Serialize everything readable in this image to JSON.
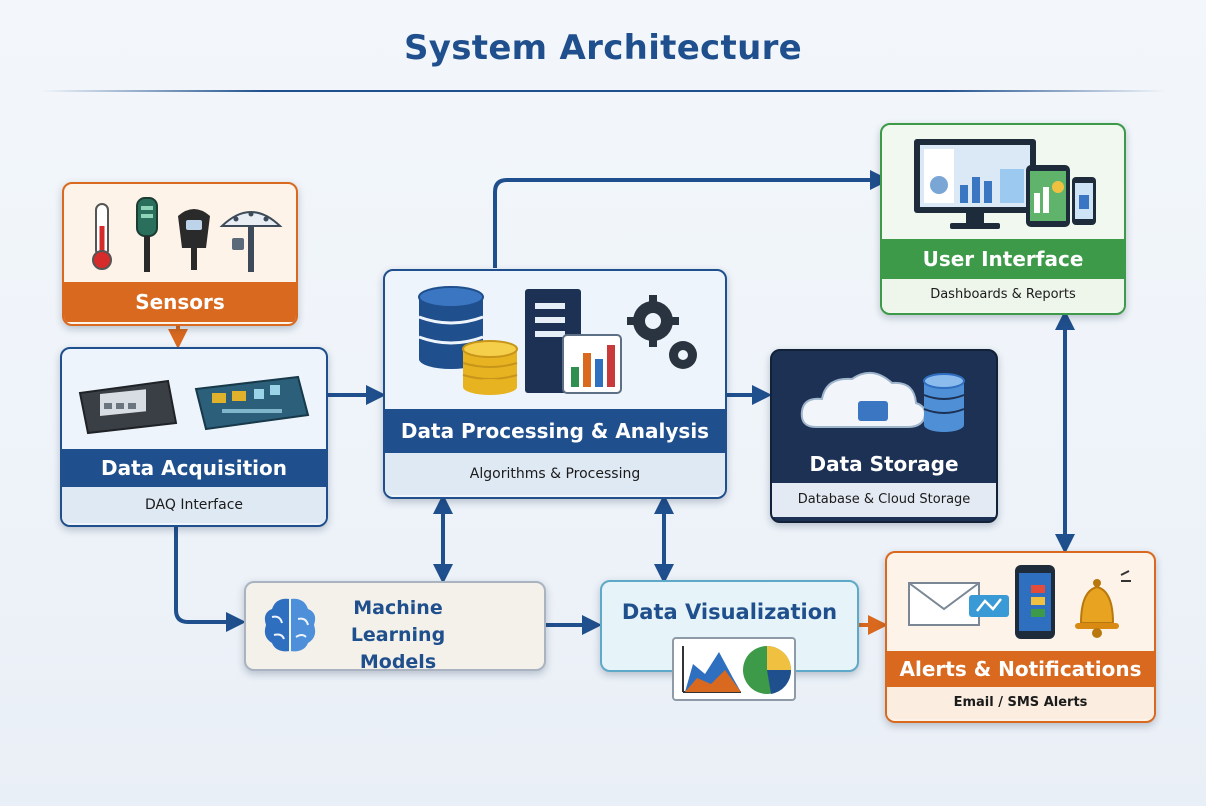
{
  "title": "System Architecture",
  "nodes": {
    "sensors": {
      "label": "Sensors"
    },
    "acquisition": {
      "label": "Data Acquisition",
      "sub": "DAQ Interface"
    },
    "processing": {
      "label": "Data Processing & Analysis",
      "sub": "Algorithms & Processing"
    },
    "storage": {
      "label": "Data Storage",
      "sub": "Database & Cloud Storage"
    },
    "ui": {
      "label": "User Interface",
      "sub": "Dashboards & Reports"
    },
    "ml": {
      "label": "Machine Learning Models"
    },
    "viz": {
      "label": "Data Visualization"
    },
    "alerts": {
      "label": "Alerts & Notifications",
      "sub": "Email / SMS Alerts"
    }
  },
  "colors": {
    "title": "#1f4f8c",
    "blue_band": "#1f4f8c",
    "orange_band": "#d9691e",
    "green_band": "#3c9a48",
    "storage_dark": "#1c3154",
    "arrow_blue": "#1f4f8c",
    "arrow_orange": "#d9691e"
  },
  "edges": [
    {
      "from": "sensors",
      "to": "acquisition",
      "direction": "one-way"
    },
    {
      "from": "acquisition",
      "to": "processing",
      "direction": "one-way"
    },
    {
      "from": "acquisition",
      "to": "ml",
      "direction": "one-way"
    },
    {
      "from": "processing",
      "to": "storage",
      "direction": "one-way"
    },
    {
      "from": "processing",
      "to": "ui",
      "direction": "one-way"
    },
    {
      "from": "processing",
      "to": "ml",
      "direction": "two-way"
    },
    {
      "from": "processing",
      "to": "viz",
      "direction": "two-way"
    },
    {
      "from": "ml",
      "to": "viz",
      "direction": "one-way"
    },
    {
      "from": "viz",
      "to": "alerts",
      "direction": "one-way"
    },
    {
      "from": "ui",
      "to": "alerts",
      "direction": "two-way"
    }
  ],
  "icons": {
    "sensors": [
      "thermometer-icon",
      "probe-sensor-icon",
      "camera-sensor-icon",
      "weather-station-icon"
    ],
    "acquisition": [
      "daq-device-icon",
      "circuit-board-icon"
    ],
    "processing": [
      "database-icon",
      "coins-stack-icon",
      "server-icon",
      "gears-icon",
      "bar-chart-icon"
    ],
    "storage": [
      "cloud-icon",
      "database-icon"
    ],
    "ui": [
      "monitor-icon",
      "tablet-icon",
      "phone-icon"
    ],
    "ml": [
      "brain-icon"
    ],
    "viz": [
      "area-chart-icon",
      "pie-chart-icon"
    ],
    "alerts": [
      "envelope-icon",
      "phone-icon",
      "bell-icon"
    ]
  }
}
